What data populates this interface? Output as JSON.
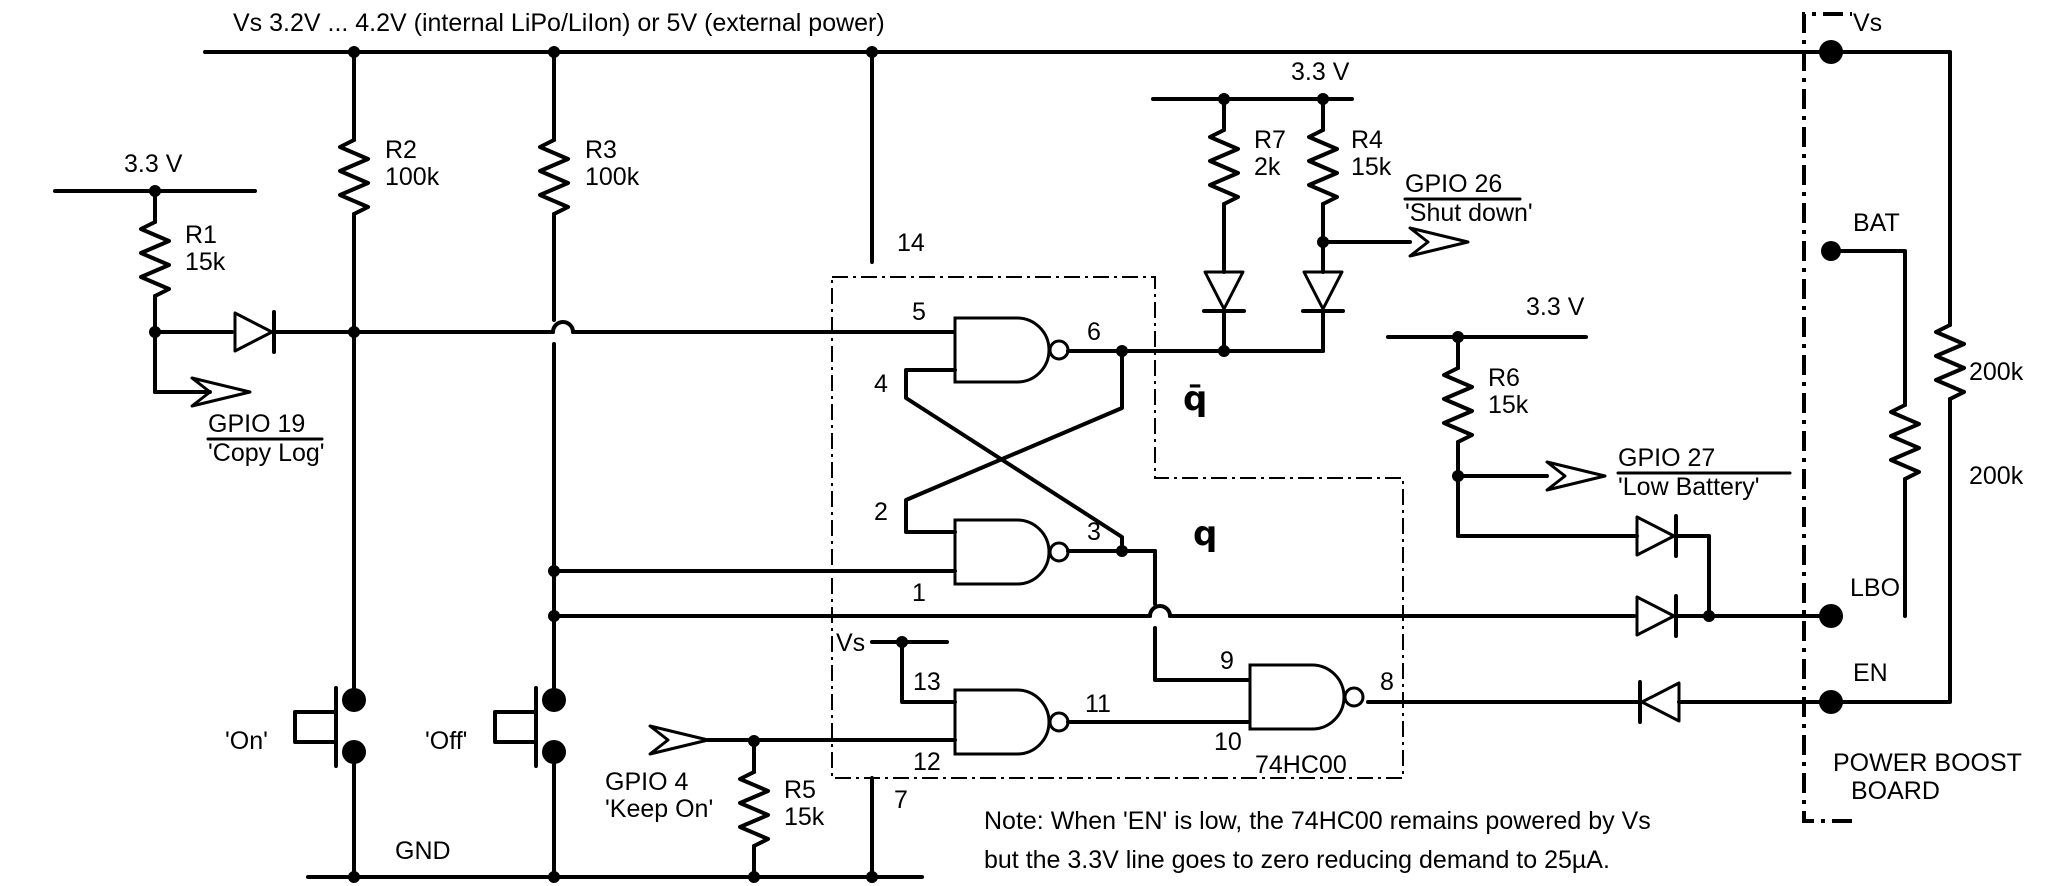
{
  "supply_label": "Vs  3.2V ... 4.2V (internal LiPo/LiIon) or 5V (external power)",
  "rails": {
    "v33_r1": "3.3 V",
    "v33_r7": "3.3 V",
    "v33_r6": "3.3 V",
    "gnd": "GND",
    "vs_chip": "Vs"
  },
  "resistors": {
    "r1": {
      "name": "R1",
      "value": "15k"
    },
    "r2": {
      "name": "R2",
      "value": "100k"
    },
    "r3": {
      "name": "R3",
      "value": "100k"
    },
    "r4": {
      "name": "R4",
      "value": "15k"
    },
    "r5": {
      "name": "R5",
      "value": "15k"
    },
    "r6": {
      "name": "R6",
      "value": "15k"
    },
    "r7": {
      "name": "R7",
      "value": "2k"
    },
    "rb1": {
      "value": "200k"
    },
    "rb2": {
      "value": "200k"
    }
  },
  "gpio": {
    "g19": {
      "name": "GPIO 19",
      "desc": "'Copy Log'"
    },
    "g26": {
      "name": "GPIO 26",
      "desc": "'Shut down'"
    },
    "g27": {
      "name": "GPIO 27",
      "desc": "'Low Battery'"
    },
    "g4": {
      "name": "GPIO 4",
      "desc": "'Keep On'"
    }
  },
  "buttons": {
    "on": "'On'",
    "off": "'Off'"
  },
  "pins": {
    "p1": "1",
    "p2": "2",
    "p3": "3",
    "p4": "4",
    "p5": "5",
    "p6": "6",
    "p7": "7",
    "p8": "8",
    "p9": "9",
    "p10": "10",
    "p11": "11",
    "p12": "12",
    "p13": "13",
    "p14": "14"
  },
  "chip": "74HC00",
  "signals": {
    "q_bar": "q̄",
    "q": "q"
  },
  "board": {
    "vs": "Vs",
    "bat": "BAT",
    "lbo": "LBO",
    "en": "EN",
    "title_line1": "POWER BOOST",
    "title_line2": "BOARD"
  },
  "note": {
    "line1": "Note: When 'EN' is low, the 74HC00 remains powered by Vs",
    "line2": "but the 3.3V line goes to zero reducing demand to 25µA."
  }
}
